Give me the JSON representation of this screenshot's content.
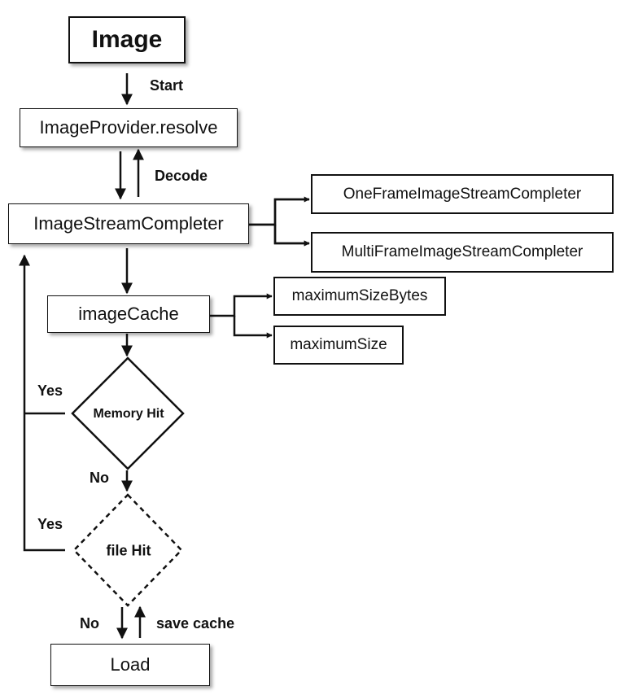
{
  "nodes": {
    "image": "Image",
    "provider": "ImageProvider.resolve",
    "completer": "ImageStreamCompleter",
    "one_frame": "OneFrameImageStreamCompleter",
    "multi_frame": "MultiFrameImageStreamCompleter",
    "image_cache": "imageCache",
    "max_size_bytes": "maximumSizeBytes",
    "max_size": "maximumSize",
    "memory_hit": "Memory Hit",
    "file_hit": "file Hit",
    "load": "Load"
  },
  "edge_labels": {
    "start": "Start",
    "decode": "Decode",
    "memory_yes": "Yes",
    "memory_no": "No",
    "file_yes": "Yes",
    "file_no": "No",
    "save_cache": "save cache"
  },
  "colors": {
    "stroke": "#111111",
    "background": "#ffffff"
  }
}
